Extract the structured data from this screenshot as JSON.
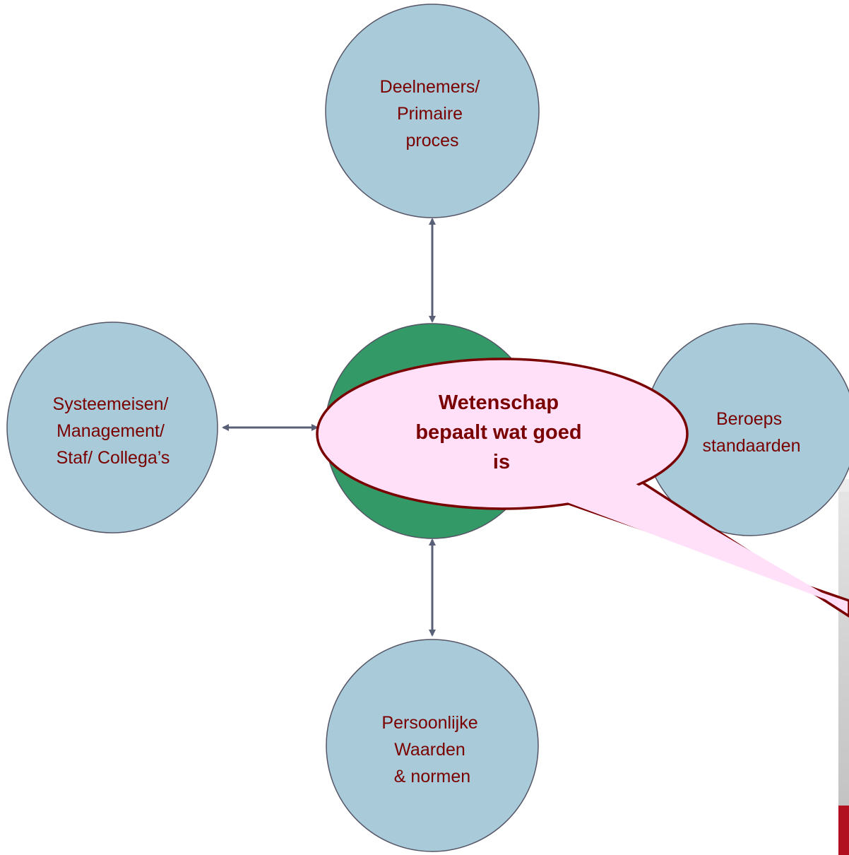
{
  "colors": {
    "circle_fill": "#a8cad9",
    "circle_stroke": "#555566",
    "center_fill": "#339966",
    "arrow": "#5a5f78",
    "text": "#7a0000",
    "bubble_fill": "#ffe0f8",
    "bubble_stroke": "#7a0000",
    "photo_base": "#d4d4d4",
    "photo_red": "#b01020"
  },
  "nodes": {
    "top": {
      "lines": [
        "Deelnemers/",
        "Primaire",
        "proces"
      ]
    },
    "left": {
      "lines": [
        "Systeemeisen/",
        "Management/",
        "Staf/ Collega’s"
      ]
    },
    "right": {
      "lines": [
        "Beroeps",
        "standaarden"
      ]
    },
    "bottom": {
      "lines": [
        "Persoonlijke",
        "Waarden",
        "& normen"
      ]
    }
  },
  "callout": {
    "lines": [
      "Wetenschap",
      "bepaalt wat goed",
      "is"
    ]
  }
}
